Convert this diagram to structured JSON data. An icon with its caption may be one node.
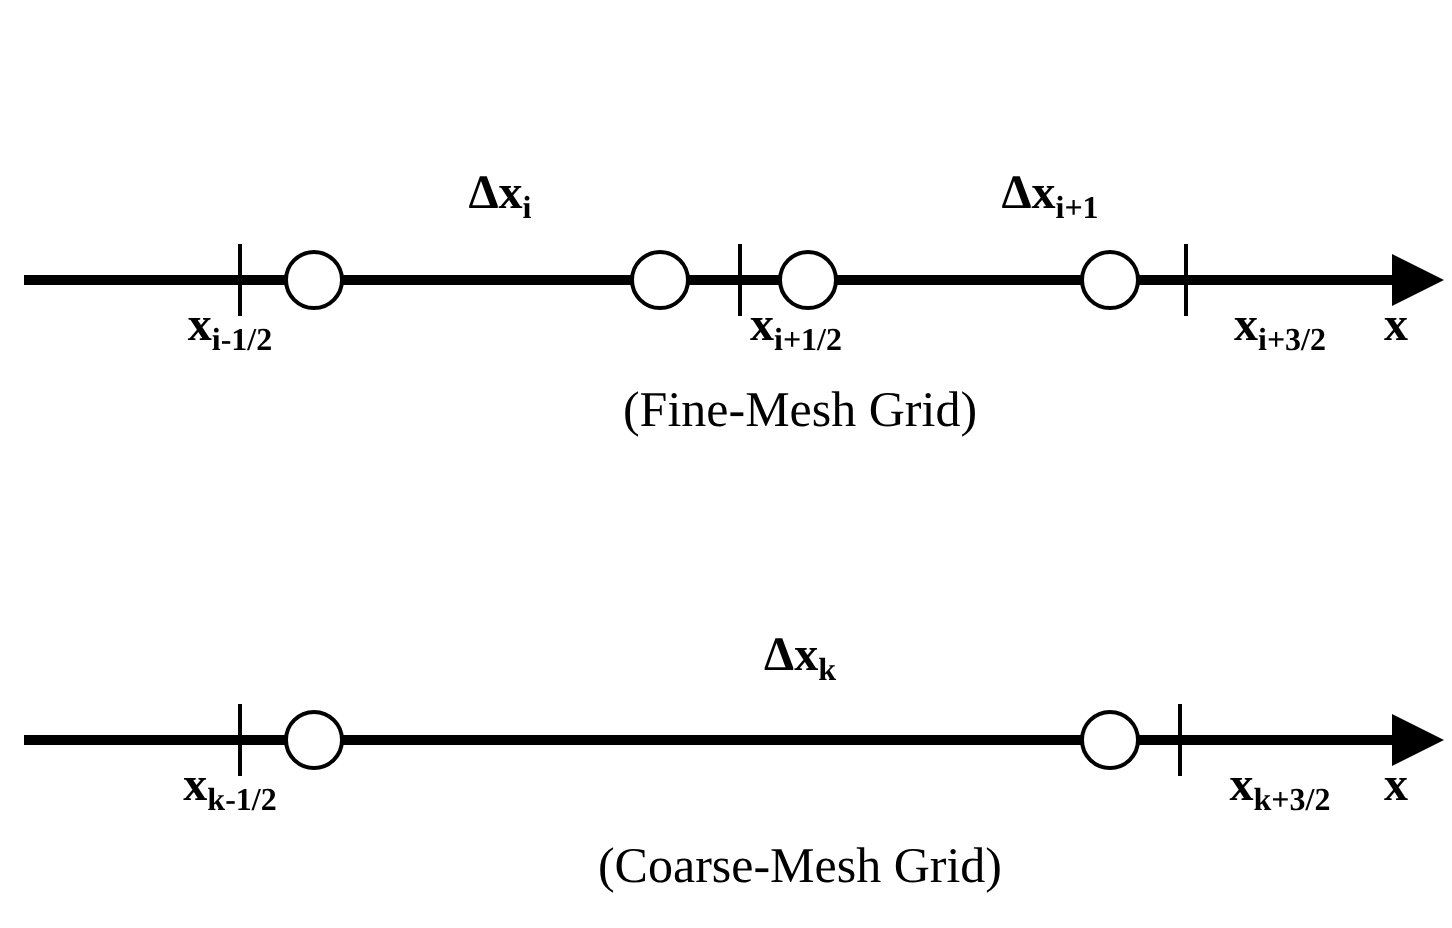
{
  "diagram": {
    "labels": [
      "Δx$_{i}$",
      "Δx$_{i+1}$",
      "x",
      "x$_{i-1/2}$",
      "x$_{i+1/2}$",
      "x$_{i+3/2}$",
      "(Fine-Mesh Grid)",
      "Δx$_{k}$",
      "x",
      "x$_{k-1/2}$",
      "x$_{k+3/2}$",
      "(Coarse-Mesh Grid)"
    ]
  }
}
